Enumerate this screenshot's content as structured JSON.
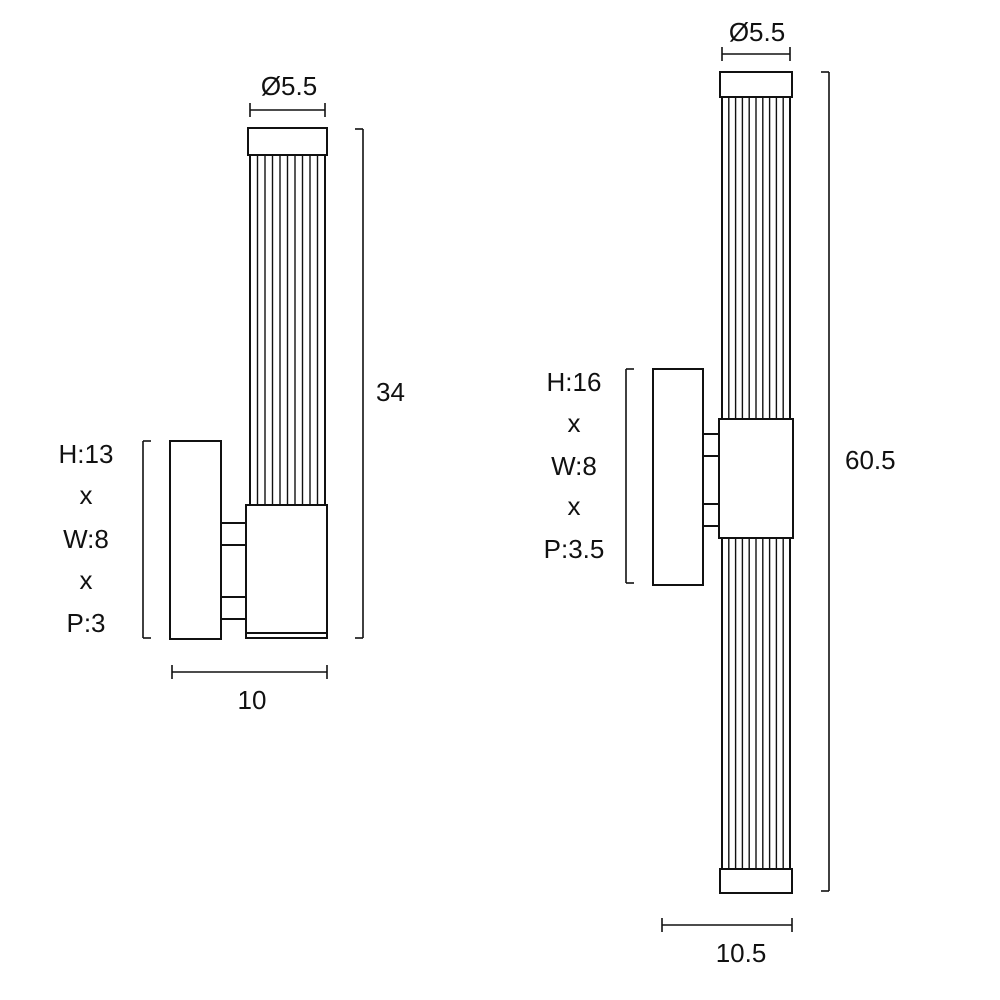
{
  "left_fixture": {
    "shade_diameter": "Ø5.5",
    "total_height": "34",
    "depth": "10",
    "backplate": {
      "height": "H:13",
      "sep1": "x",
      "width": "W:8",
      "sep2": "x",
      "projection": "P:3"
    }
  },
  "right_fixture": {
    "shade_diameter": "Ø5.5",
    "total_height": "60.5",
    "depth": "10.5",
    "backplate": {
      "height": "H:16",
      "sep1": "x",
      "width": "W:8",
      "sep2": "x",
      "projection": "P:3.5"
    }
  }
}
